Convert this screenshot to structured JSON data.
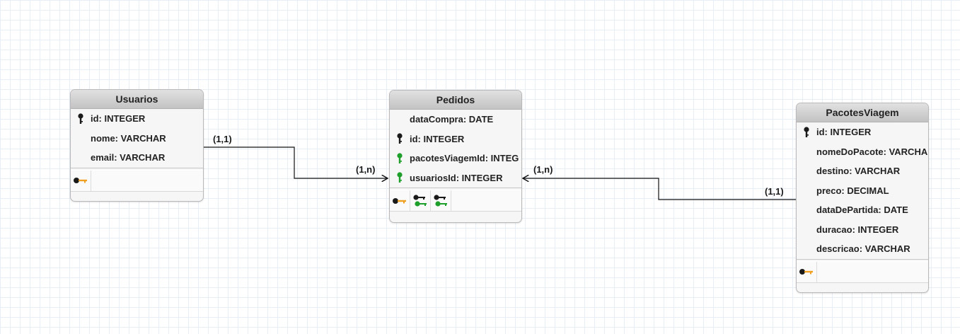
{
  "entities": {
    "usuarios": {
      "title": "Usuarios",
      "fields": [
        "id: INTEGER",
        "nome: VARCHAR",
        "email: VARCHAR"
      ]
    },
    "pedidos": {
      "title": "Pedidos",
      "fields": [
        "dataCompra: DATE",
        "id: INTEGER",
        "pacotesViagemId: INTEG",
        "usuariosId: INTEGER"
      ]
    },
    "pacotes": {
      "title": "PacotesViagem",
      "fields": [
        "id: INTEGER",
        "nomeDoPacote: VARCHA",
        "destino: VARCHAR",
        "preco: DECIMAL",
        "dataDePartida: DATE",
        "duracao: INTEGER",
        "descricao: VARCHAR"
      ]
    }
  },
  "relations": {
    "usuarios_pedidos": {
      "from_card": "(1,1)",
      "to_card": "(1,n)"
    },
    "pacotes_pedidos": {
      "from_card": "(1,1)",
      "to_card": "(1,n)"
    }
  },
  "icons": {
    "primary_key": "black-key-icon",
    "foreign_key": "green-key-icon",
    "index_key": "orange-key-icon"
  },
  "colors": {
    "primary_key": "#1a1a1a",
    "foreign_key": "#1e9e2a",
    "index_key": "#f0a020"
  }
}
